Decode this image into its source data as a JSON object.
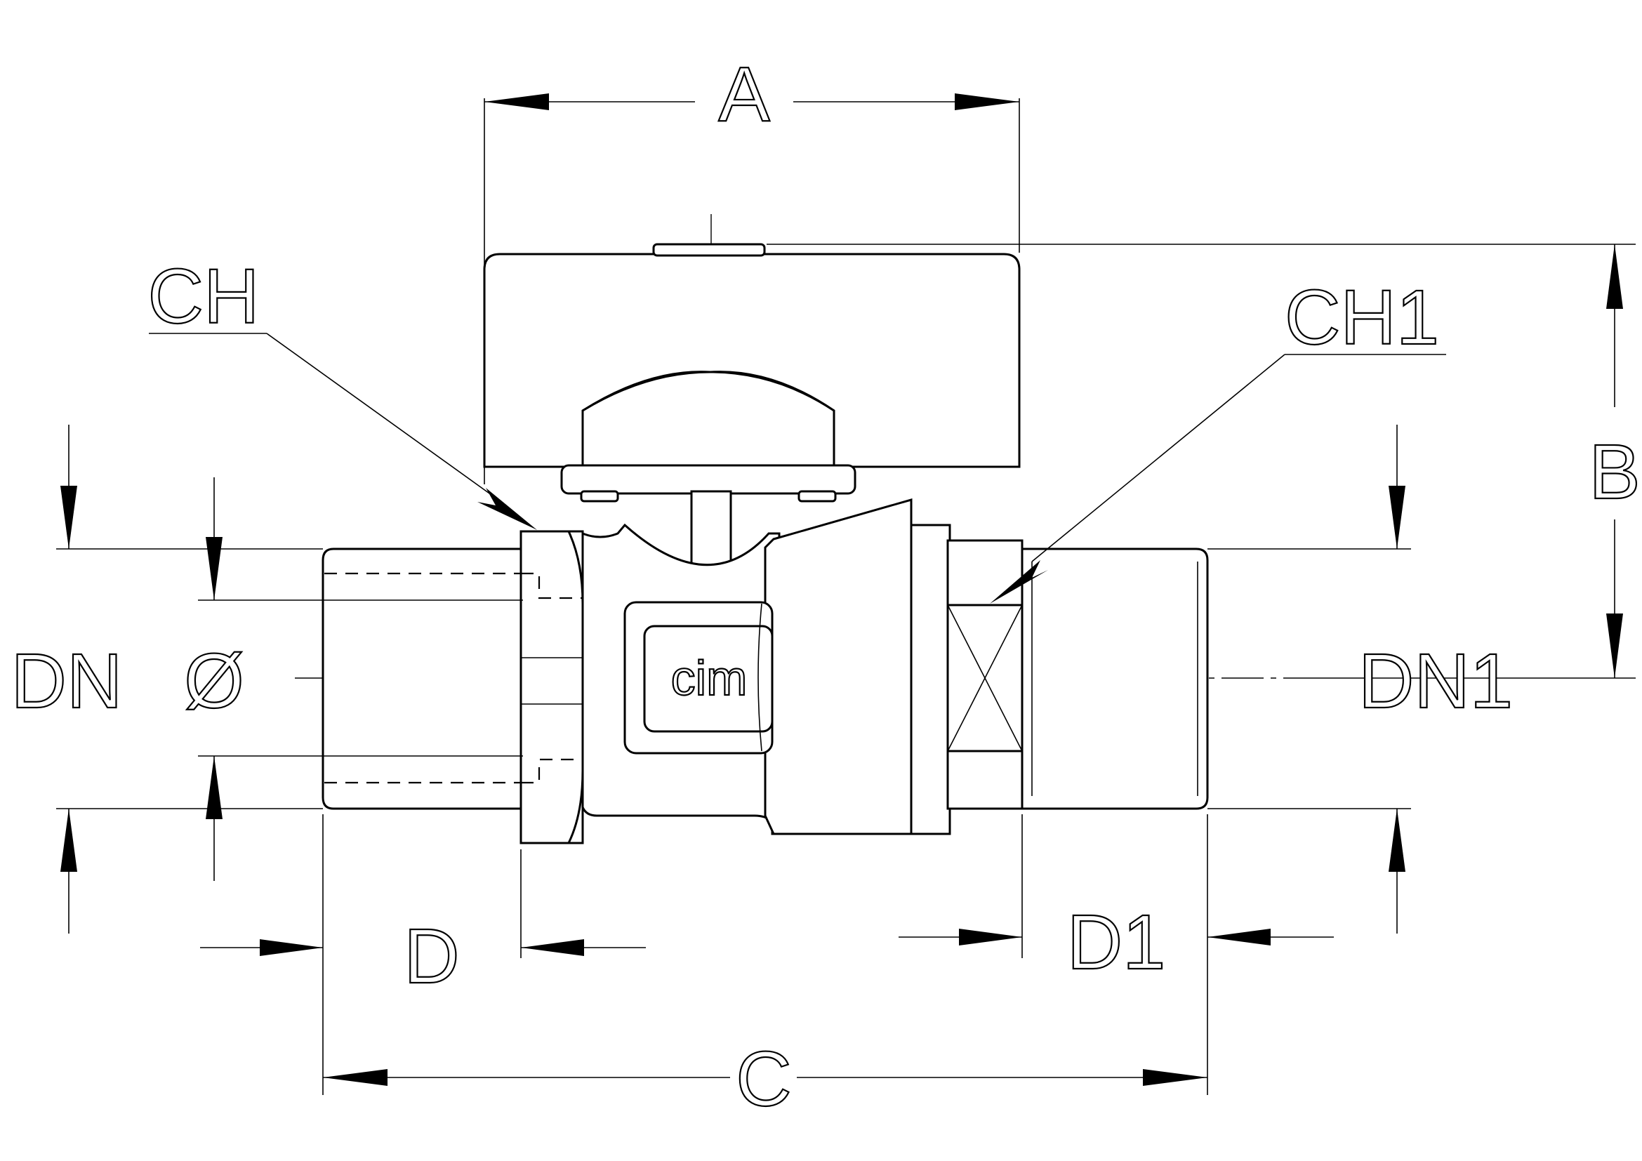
{
  "labels": {
    "A": "A",
    "B": "B",
    "C": "C",
    "D": "D",
    "D1": "D1",
    "CH": "CH",
    "CH1": "CH1",
    "DN": "DN",
    "diameter": "Ø",
    "DN1": "DN1"
  },
  "logo_text": "cim",
  "colors": {
    "line": "#000000",
    "background": "#ffffff"
  }
}
